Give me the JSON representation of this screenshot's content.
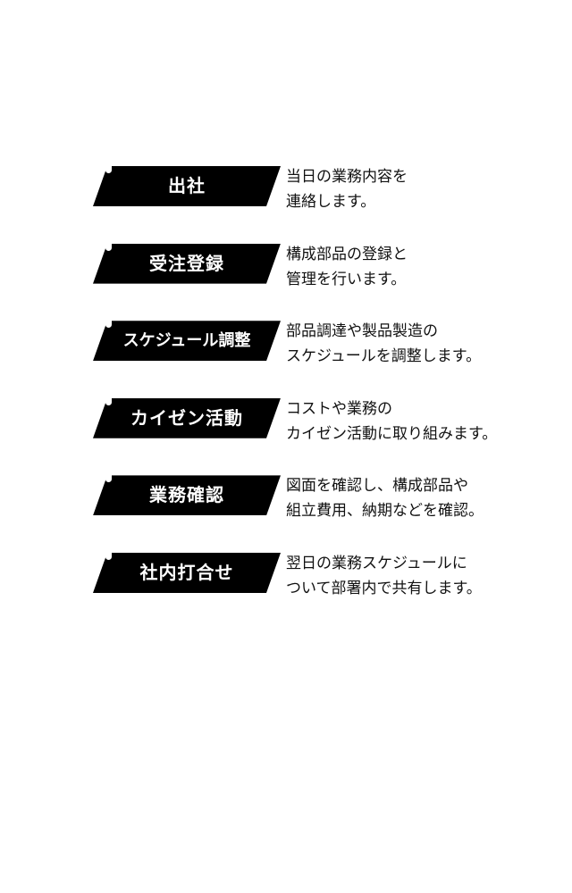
{
  "items": [
    {
      "title": "出社",
      "lines": [
        "当日の業務内容を",
        "連絡します。"
      ]
    },
    {
      "title": "受注登録",
      "lines": [
        "構成部品の登録と",
        "管理を行います。"
      ]
    },
    {
      "title": "スケジュール調整",
      "lines": [
        "部品調達や製品製造の",
        "スケジュールを調整します。"
      ]
    },
    {
      "title": "カイゼン活動",
      "lines": [
        "コストや業務の",
        "カイゼン活動に取り組みます。"
      ]
    },
    {
      "title": "業務確認",
      "lines": [
        "図面を確認し、構成部品や",
        "組立費用、納期などを確認。"
      ]
    },
    {
      "title": "社内打合せ",
      "lines": [
        "翌日の業務スケジュールに",
        "ついて部署内で共有します。"
      ]
    }
  ],
  "colors": {
    "tag_background": "#000000",
    "tag_text": "#ffffff",
    "body_text": "#111111",
    "page_background": "#ffffff"
  }
}
